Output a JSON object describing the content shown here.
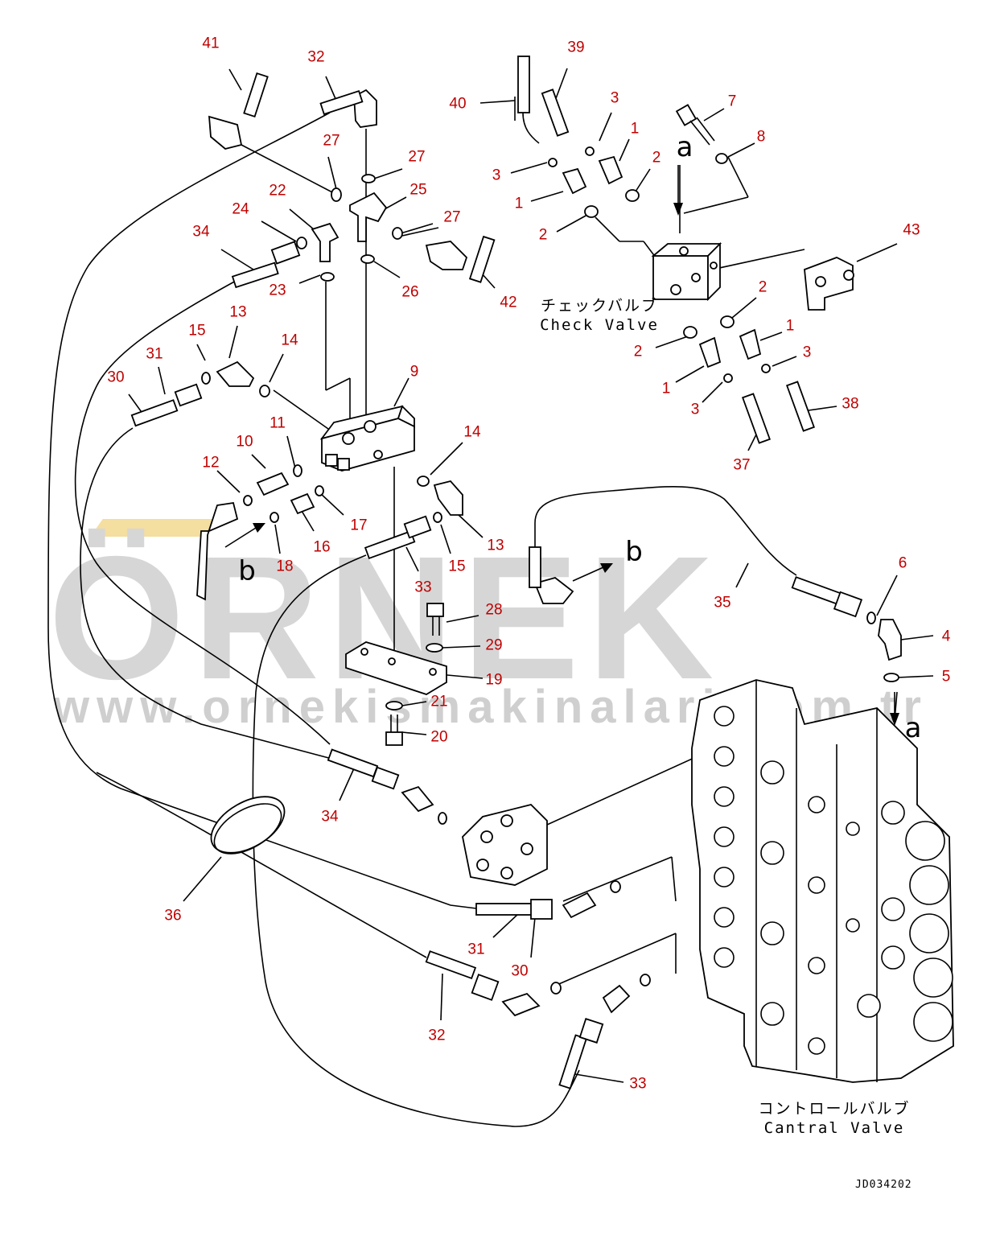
{
  "watermark": {
    "brand": "ÖRNEK",
    "url": "www.ornekismakinalari.com.tr",
    "bar_color": "#f4dea0"
  },
  "captions": {
    "check_valve_jp": "チェックバルブ",
    "check_valve_en": "Check Valve",
    "control_valve_jp": "コントロールバルブ",
    "control_valve_en": "Cantral Valve"
  },
  "drawing_code": "JD034202",
  "reference_marks": [
    "a",
    "a",
    "b",
    "b"
  ],
  "callouts": [
    "41",
    "32",
    "27",
    "27",
    "25",
    "22",
    "24",
    "34",
    "23",
    "26",
    "27",
    "42",
    "13",
    "15",
    "31",
    "30",
    "14",
    "9",
    "11",
    "10",
    "12",
    "17",
    "16",
    "18",
    "14",
    "13",
    "15",
    "33",
    "28",
    "29",
    "19",
    "21",
    "20",
    "34",
    "36",
    "31",
    "30",
    "32",
    "33",
    "39",
    "40",
    "3",
    "7",
    "8",
    "1",
    "2",
    "3",
    "1",
    "2",
    "43",
    "2",
    "1",
    "2",
    "3",
    "1",
    "3",
    "38",
    "37",
    "35",
    "6",
    "4",
    "5"
  ],
  "colors": {
    "callout": "#c00000",
    "line": "#000000"
  }
}
